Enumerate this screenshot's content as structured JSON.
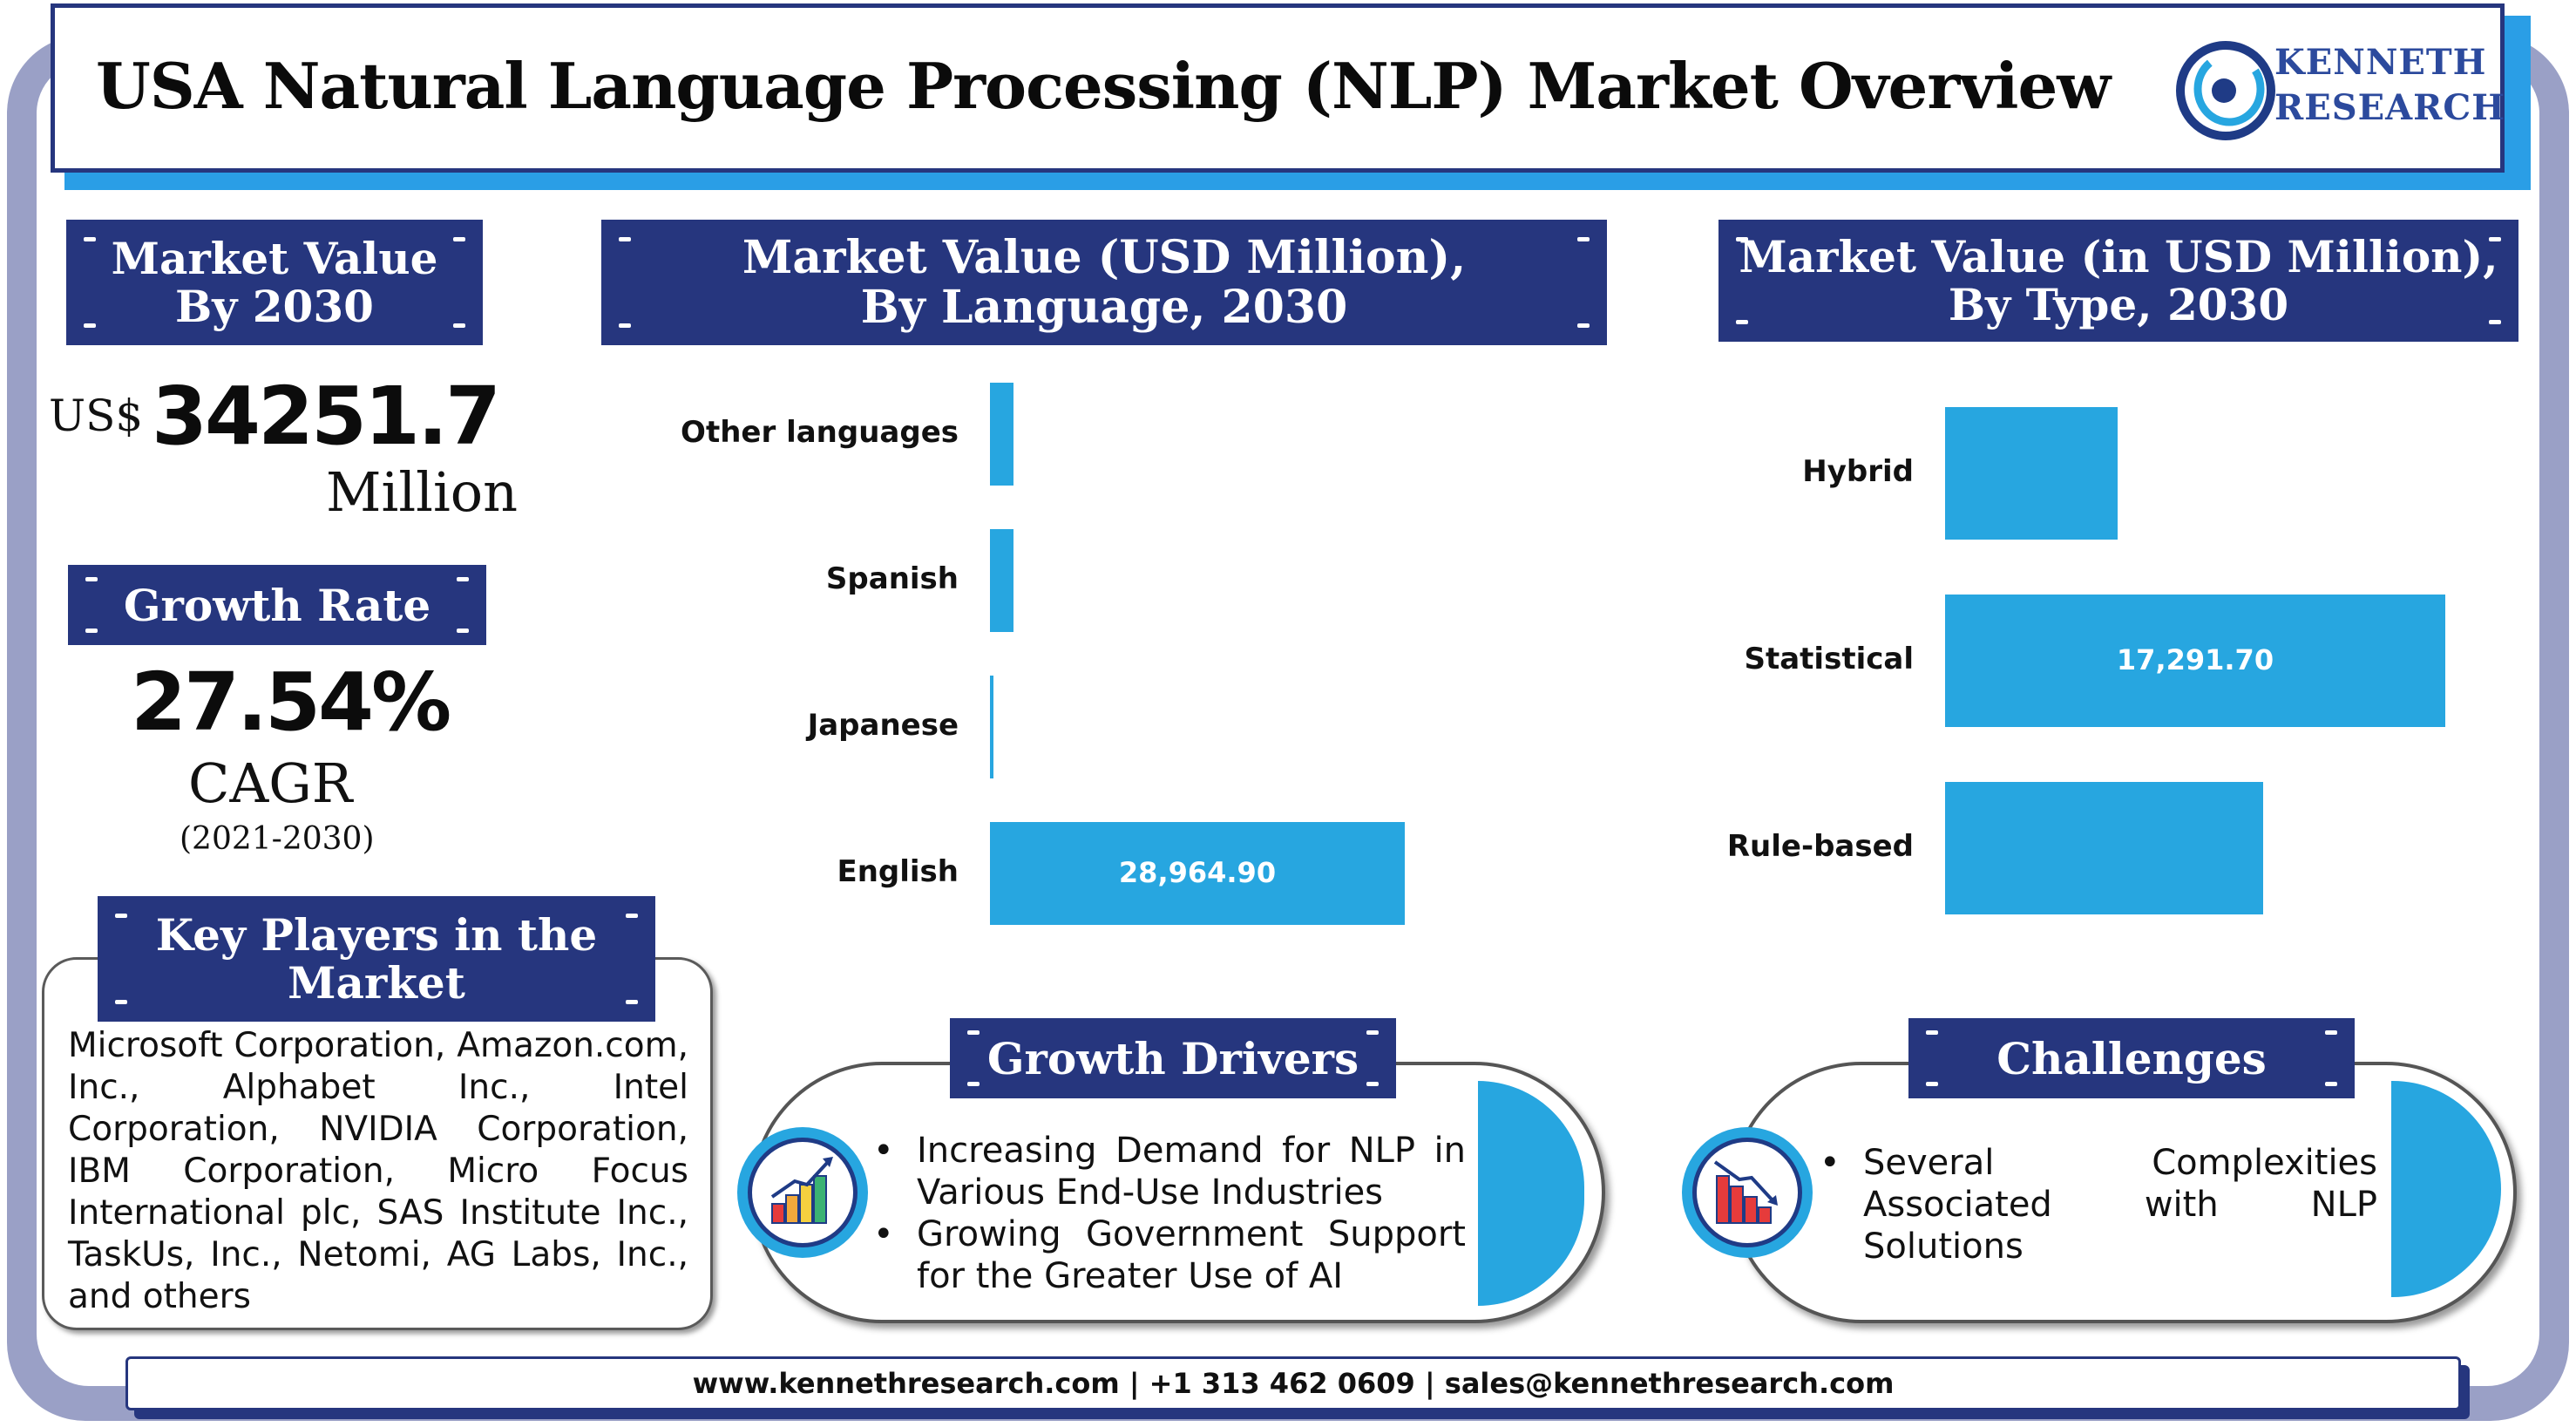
{
  "header": {
    "title": "USA Natural Language Processing (NLP) Market Overview",
    "logo_line1": "KENNETH",
    "logo_line2": "RESEARCH"
  },
  "market_value": {
    "heading": "Market Value By 2030",
    "currency": "US$",
    "value": "34251.7",
    "unit": "Million"
  },
  "growth": {
    "heading": "Growth Rate",
    "value": "27.54%",
    "label": "CAGR",
    "period": "(2021-2030)"
  },
  "players": {
    "heading": "Key Players in the Market",
    "text": "Microsoft Corporation, Amazon.com, Inc., Alphabet Inc., Intel Corporation, NVIDIA Corporation, IBM Corporation, Micro Focus International plc, SAS Institute Inc., TaskUs, Inc., Netomi, AG Labs, Inc., and others"
  },
  "chart_data": [
    {
      "type": "bar",
      "orientation": "horizontal",
      "title": "Market Value (USD Million), By Language, 2030",
      "categories": [
        "Other languages",
        "Spanish",
        "Japanese",
        "English"
      ],
      "values": [
        1650,
        1650,
        200,
        28964.9
      ],
      "data_labels": [
        "",
        "",
        "",
        "28,964.90"
      ],
      "xlim": [
        0,
        28964.9
      ],
      "grid": false,
      "legend": "none",
      "color": "#27a6e0"
    },
    {
      "type": "bar",
      "orientation": "horizontal",
      "title": "Market Value (in USD Million), By Type, 2030",
      "categories": [
        "Hybrid",
        "Statistical",
        "Rule-based"
      ],
      "values": [
        5950,
        17291.7,
        11000
      ],
      "data_labels": [
        "",
        "17,291.70",
        ""
      ],
      "xlim": [
        0,
        17291.7
      ],
      "grid": false,
      "legend": "none",
      "color": "#27a6e0"
    }
  ],
  "drivers": {
    "heading": "Growth Drivers",
    "items": [
      "Increasing Demand for NLP in Various End-Use Industries",
      "Growing Government Support for the Greater Use of AI"
    ]
  },
  "challenges": {
    "heading": "Challenges",
    "items": [
      "Several Complexities Associated with NLP Solutions"
    ]
  },
  "footer": {
    "text": "www.kennethresearch.com | +1 313 462 0609 | sales@kennethresearch.com"
  },
  "colors": {
    "navy": "#26367e",
    "bar_blue": "#27a6e0",
    "accent_blue": "#2a9ee6"
  },
  "icons": {
    "drivers_icon": "rising-bar-chart-icon",
    "challenges_icon": "falling-bar-chart-icon"
  }
}
